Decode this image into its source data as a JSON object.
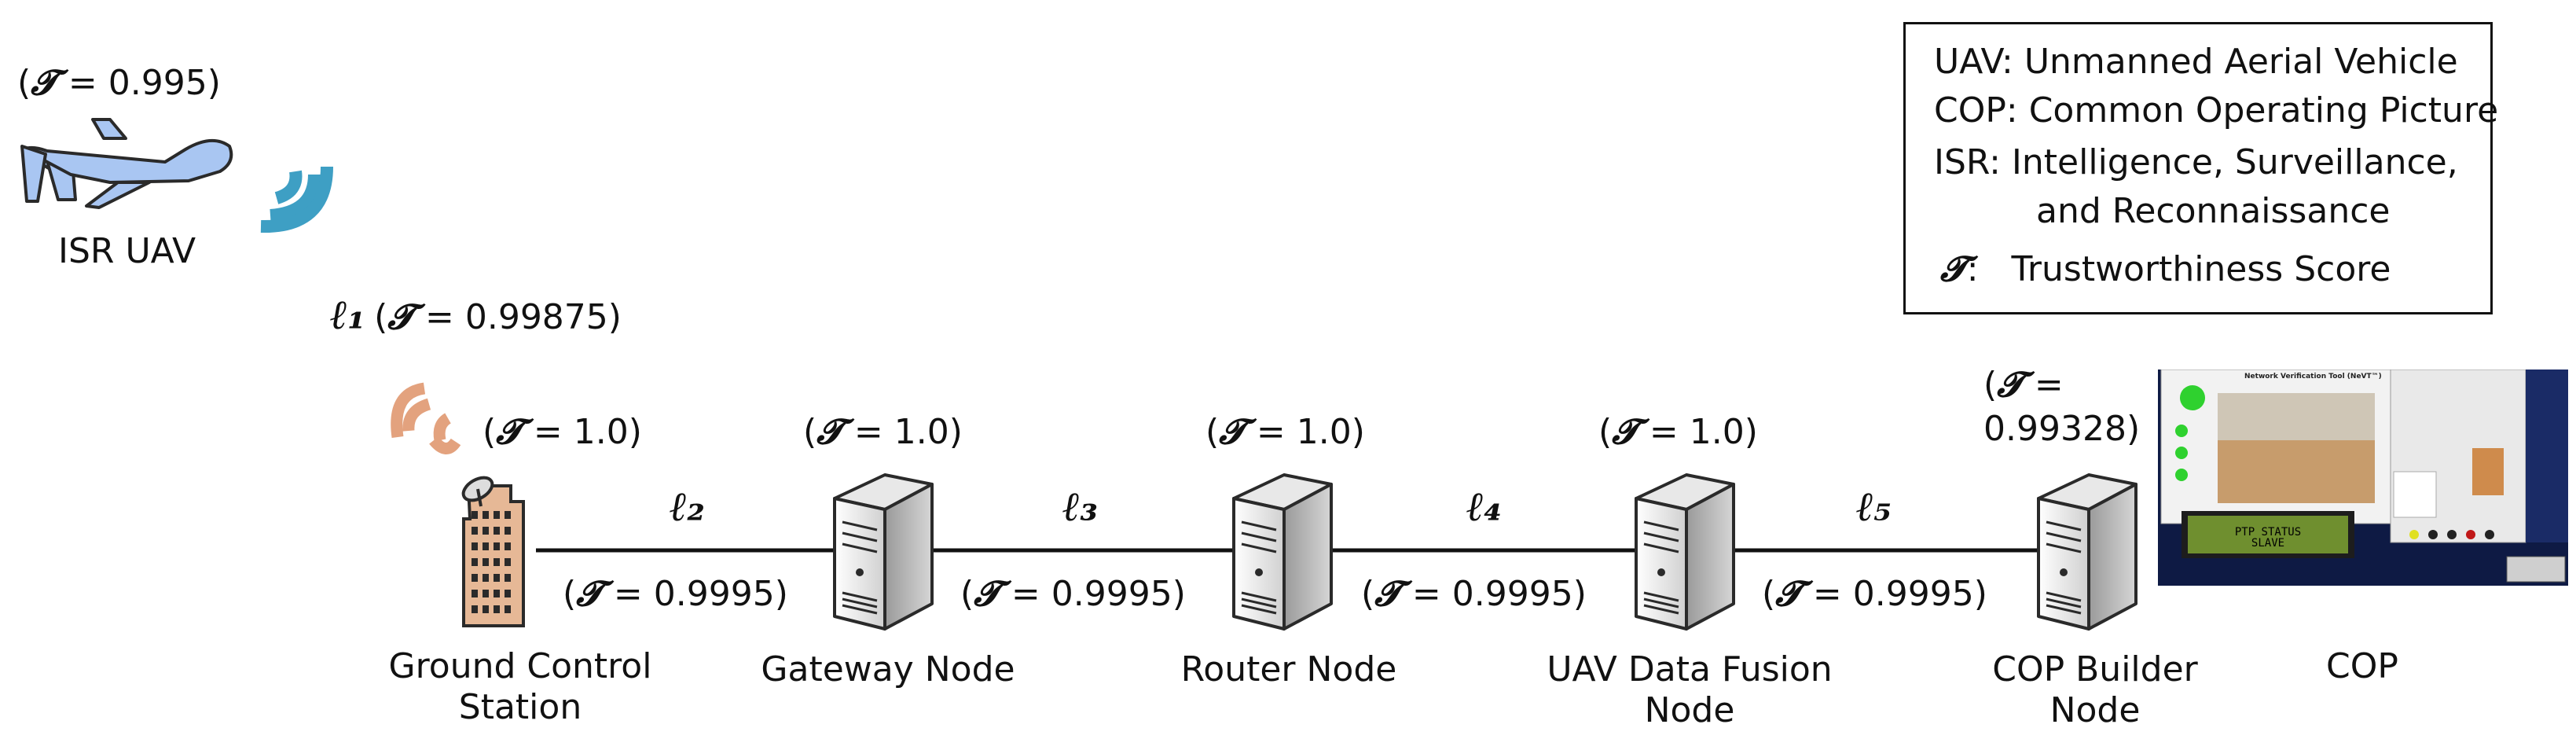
{
  "legend": {
    "uav": "UAV: Unmanned Aerial Vehicle",
    "cop": "COP: Common Operating Picture",
    "isr_line1": "ISR: Intelligence, Surveillance,",
    "isr_line2": "and Reconnaissance",
    "tau_symbol": "𝓣",
    "tau_desc": ":   Trustworthiness Score"
  },
  "uav": {
    "label": "ISR UAV",
    "score": "= 0.995)"
  },
  "links": {
    "l1": {
      "label": "ℓ₁",
      "score": "= 0.99875)"
    },
    "l2": {
      "label": "ℓ₂",
      "score": "= 0.9995)"
    },
    "l3": {
      "label": "ℓ₃",
      "score": "= 0.9995)"
    },
    "l4": {
      "label": "ℓ₄",
      "score": "= 0.9995)"
    },
    "l5": {
      "label": "ℓ₅",
      "score": "= 0.9995)"
    }
  },
  "nodes": {
    "gcs": {
      "label_line1": "Ground Control",
      "label_line2": "Station",
      "score": "= 1.0)"
    },
    "gateway": {
      "label": "Gateway Node",
      "score": "= 1.0)"
    },
    "router": {
      "label": "Router Node",
      "score": "= 1.0)"
    },
    "fusion": {
      "label_line1": "UAV Data Fusion",
      "label_line2": "Node",
      "score": "= 1.0)"
    },
    "cop_builder": {
      "label_line1": "COP Builder",
      "label_line2": "Node",
      "score_line1": "=",
      "score_line2": "0.99328)"
    },
    "cop": {
      "label": "COP"
    }
  },
  "cop_screen": {
    "title": "Network Verification Tool (NeVT™)",
    "ptp_line1": "PTP STATUS",
    "ptp_line2": "SLAVE"
  },
  "colors": {
    "uav_fill": "#a9c6f2",
    "signal_blue": "#3e9fc4",
    "signal_orange": "#e3a27e",
    "building": "#e6b896",
    "server_light": "#f4f4f4",
    "server_dark": "#b8b8b8"
  }
}
